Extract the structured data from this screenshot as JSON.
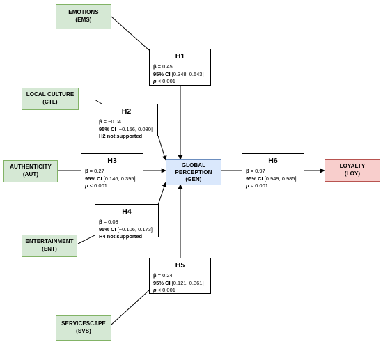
{
  "constructs": {
    "ems": {
      "name": "EMOTIONS",
      "code": "(EMS)"
    },
    "ctl": {
      "name": "LOCAL CULTURE",
      "code": "(CTL)"
    },
    "aut": {
      "name": "AUTHENTICITY",
      "code": "(AUT)"
    },
    "ent": {
      "name": "ENTERTAINMENT",
      "code": "(ENT)"
    },
    "svs": {
      "name": "SERVICESCAPE",
      "code": "(SVS)"
    },
    "gen": {
      "name_line1": "GLOBAL",
      "name_line2": "PERCEPTION",
      "code": "(GEN)"
    },
    "loy": {
      "name": "LOYALTY",
      "code": "(LOY)"
    }
  },
  "labels": {
    "beta": "β",
    "ci": "95% CI",
    "p": "p"
  },
  "hypotheses": {
    "h1": {
      "title": "H1",
      "beta": " = 0.45",
      "ci": " [0.348, 0.543]",
      "p": " < 0.001"
    },
    "h2": {
      "title": "H2",
      "beta": " = −0.04",
      "ci": " [−0.156, 0.080]",
      "note": "H2 not supported"
    },
    "h3": {
      "title": "H3",
      "beta": " = 0.27",
      "ci": " [0.146, 0.395]",
      "p": " < 0.001"
    },
    "h4": {
      "title": "H4",
      "beta": " = 0.03",
      "ci": " [−0.106, 0.173]",
      "note": "H4 not supported"
    },
    "h5": {
      "title": "H5",
      "beta": " = 0.24",
      "ci": " [0.121, 0.361]",
      "p": " < 0.001"
    },
    "h6": {
      "title": "H6",
      "beta": " = 0.97",
      "ci": " [0.949, 0.985]",
      "p": " < 0.001"
    }
  },
  "colors": {
    "antecedent_fill": "#d5e8d4",
    "antecedent_border": "#82b366",
    "mediator_fill": "#dae8fc",
    "mediator_border": "#6c8ebf",
    "outcome_fill": "#f8cecc",
    "outcome_border": "#b85450",
    "edge": "#000000"
  }
}
